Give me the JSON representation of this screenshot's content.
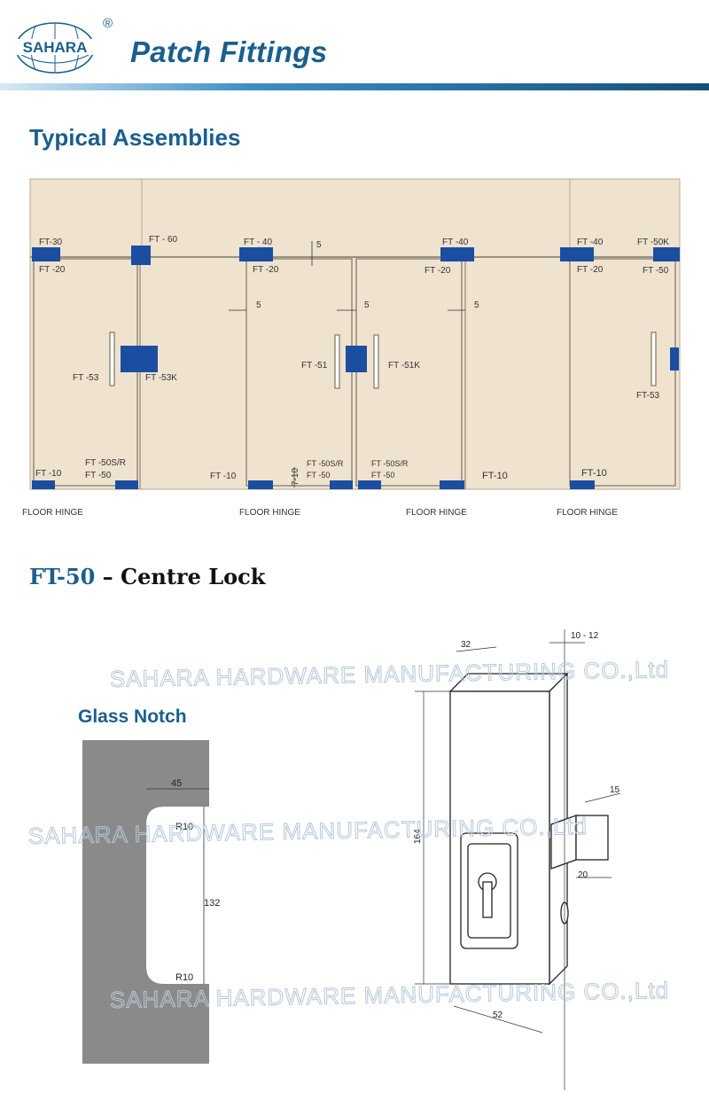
{
  "brand": {
    "logo_text": "SAHARA",
    "registered_mark": "®"
  },
  "header": {
    "title": "Patch Fittings"
  },
  "sections": {
    "assemblies_title": "Typical Assemblies",
    "ft50_code": "FT-50",
    "ft50_dash": " – ",
    "ft50_name": "Centre Lock",
    "glass_notch_title": "Glass Notch"
  },
  "assembly_labels": {
    "ft30": "FT-30",
    "ft20_a": "FT -20",
    "ft60": "FT - 60",
    "ft40_a": "FT - 40",
    "ft20_b": "FT -20",
    "dim_5_top": "5",
    "ft40_b": "FT -40",
    "ft20_c": "FT -20",
    "ft40_c": "FT -40",
    "ft20_d": "FT -20",
    "ft50k": "FT -50K",
    "ft50_a": "FT -50",
    "dim_5_a": "5",
    "dim_5_b": "5",
    "dim_5_c": "5",
    "ft53_a": "FT -53",
    "ft53k": "FT -53K",
    "ft51": "FT -51",
    "ft51k": "FT -51K",
    "ft53_b": "FT-53",
    "ft10_a": "FT -10",
    "ft50sr_a": "FT -50S/R",
    "ft50_b": "FT -50",
    "ft10_b": "FT -10",
    "dim_7_10": "7-10",
    "ft50sr_b": "FT -50S/R",
    "ft50_c": "FT -50",
    "ft50sr_c": "FT -50S/R",
    "ft50_d": "FT -50",
    "ft10_c": "FT-10",
    "ft10_d": "FT-10",
    "floor_hinge_1": "FLOOR HINGE",
    "floor_hinge_2": "FLOOR HINGE",
    "floor_hinge_3": "FLOOR HINGE",
    "floor_hinge_4": "FLOOR HINGE"
  },
  "lock_dims": {
    "d32": "32",
    "d10_12": "10 - 12",
    "d15": "15",
    "d164": "164",
    "d20": "20",
    "d52": "52"
  },
  "notch_dims": {
    "w45": "45",
    "r10_top": "R10",
    "h132": "132",
    "r10_bottom": "R10"
  },
  "watermark": "SAHARA HARDWARE MANUFACTURING CO.,Ltd",
  "colors": {
    "brand_blue": "#1a5f8e",
    "glass": "#efe2ce",
    "fitting": "#1b4ea0",
    "notch_gray": "#8a8a8a"
  }
}
